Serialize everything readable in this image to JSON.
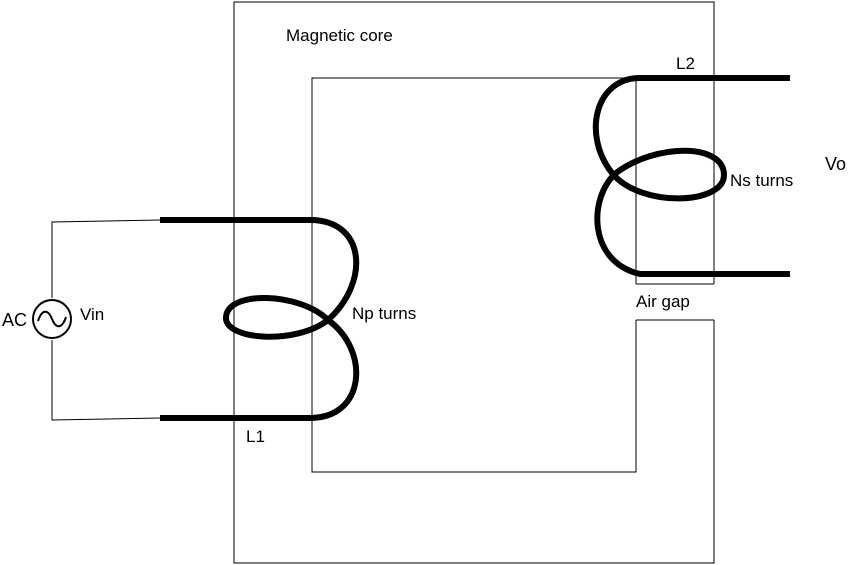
{
  "diagram": {
    "labels": {
      "magnetic_core": "Magnetic core",
      "l2": "L2",
      "vo": "Vo",
      "ns_turns": "Ns turns",
      "air_gap": "Air gap",
      "ac": "AC",
      "vin": "Vin",
      "np_turns": "Np turns",
      "l1": "L1"
    },
    "icons": {
      "source": "ac-sine-source-icon"
    },
    "colors": {
      "ink": "#000000",
      "background": "#ffffff"
    }
  }
}
